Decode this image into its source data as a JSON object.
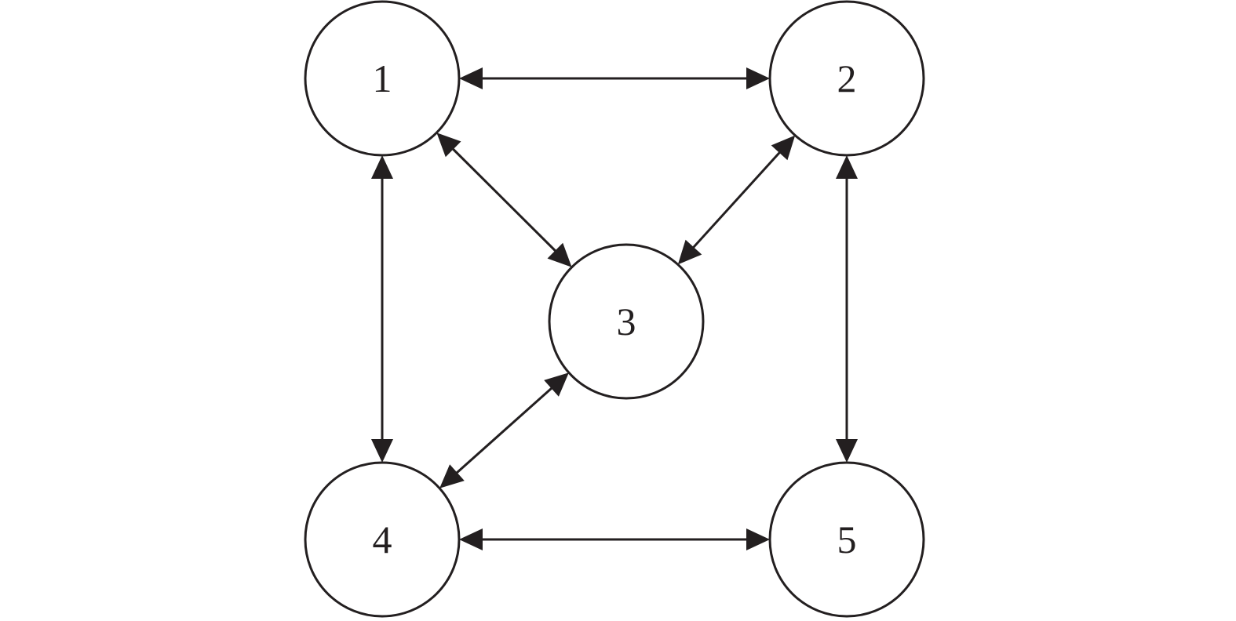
{
  "colors": {
    "stroke": "#231f20",
    "background": "#ffffff"
  },
  "nodes": [
    {
      "id": "1",
      "label": "1"
    },
    {
      "id": "2",
      "label": "2"
    },
    {
      "id": "3",
      "label": "3"
    },
    {
      "id": "4",
      "label": "4"
    },
    {
      "id": "5",
      "label": "5"
    }
  ],
  "edges": [
    {
      "from": "1",
      "to": "2",
      "direction": "both"
    },
    {
      "from": "1",
      "to": "3",
      "direction": "both"
    },
    {
      "from": "2",
      "to": "3",
      "direction": "both"
    },
    {
      "from": "1",
      "to": "4",
      "direction": "both"
    },
    {
      "from": "2",
      "to": "5",
      "direction": "both"
    },
    {
      "from": "3",
      "to": "4",
      "direction": "both"
    },
    {
      "from": "4",
      "to": "5",
      "direction": "both"
    }
  ]
}
